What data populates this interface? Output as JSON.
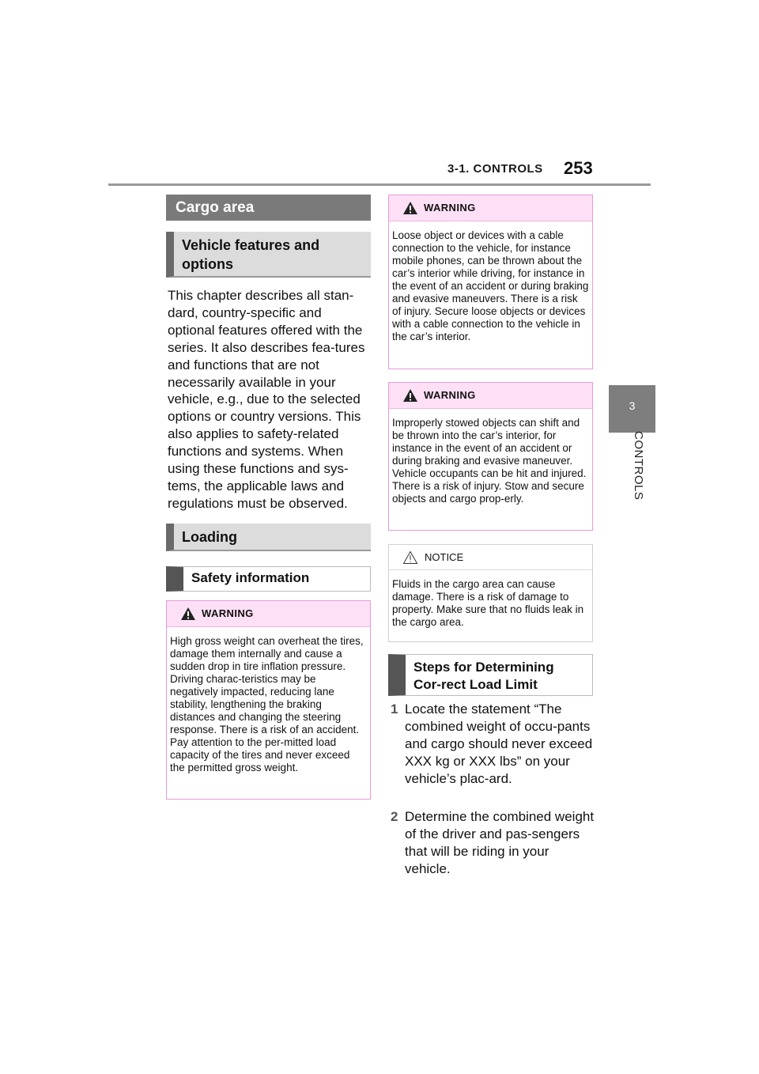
{
  "header": {
    "section": "3-1. CONTROLS",
    "page_number": "253"
  },
  "side_tab": {
    "number": "3",
    "label": "CONTROLS"
  },
  "left": {
    "cargo_heading": "Cargo area",
    "vehicle_heading": "Vehicle features and options",
    "intro_paragraph": "This chapter describes all stan-dard, country-specific and optional features offered with the series. It also describes fea-tures and functions that are not necessarily available in your vehicle, e.g., due to the selected options or country versions. This also applies to safety-related functions and systems. When using these functions and sys-tems, the applicable laws and regulations must be observed.",
    "loading_heading": "Loading",
    "safety_heading": "Safety information",
    "warning1": {
      "title": "WARNING",
      "text": "High gross weight can overheat the tires, damage them internally and cause a sudden drop in tire inflation pressure. Driving charac-teristics may be negatively impacted, reducing lane stability, lengthening the braking distances and changing the steering response. There is a risk of an accident. Pay attention to the per-mitted load capacity of the tires and never exceed the permitted gross weight."
    }
  },
  "right": {
    "warning2": {
      "title": "WARNING",
      "text": "Loose object or devices with a cable connection to the vehicle, for instance mobile phones, can be thrown about the car’s interior while driving, for instance in the event of an accident or during braking and evasive maneuvers. There is a risk of injury. Secure loose objects or devices with a cable connection to the vehicle in the car’s interior."
    },
    "warning3": {
      "title": "WARNING",
      "text": "Improperly stowed objects can shift and be thrown into the car’s interior, for instance in the event of an accident or during braking and evasive maneuver. Vehicle occupants can be hit and injured. There is a risk of injury. Stow and secure objects and cargo prop-erly."
    },
    "notice": {
      "title": "NOTICE",
      "text": "Fluids in the cargo area can cause damage. There is a risk of damage to property. Make sure that no fluids leak in the cargo area."
    },
    "steps_heading": "Steps for Determining Cor-rect Load Limit",
    "steps": [
      {
        "num": "1",
        "text": "Locate the statement “The combined weight of occu-pants and cargo should never exceed XXX kg or XXX lbs” on your vehicle’s plac-ard."
      },
      {
        "num": "2",
        "text": "Determine the combined weight of the driver and pas-sengers that will be riding in your vehicle."
      }
    ]
  },
  "colors": {
    "warning_border": "#e89ad8",
    "warning_header_bg": "#fde0f6",
    "heading_dark": "#7a7a7a"
  }
}
